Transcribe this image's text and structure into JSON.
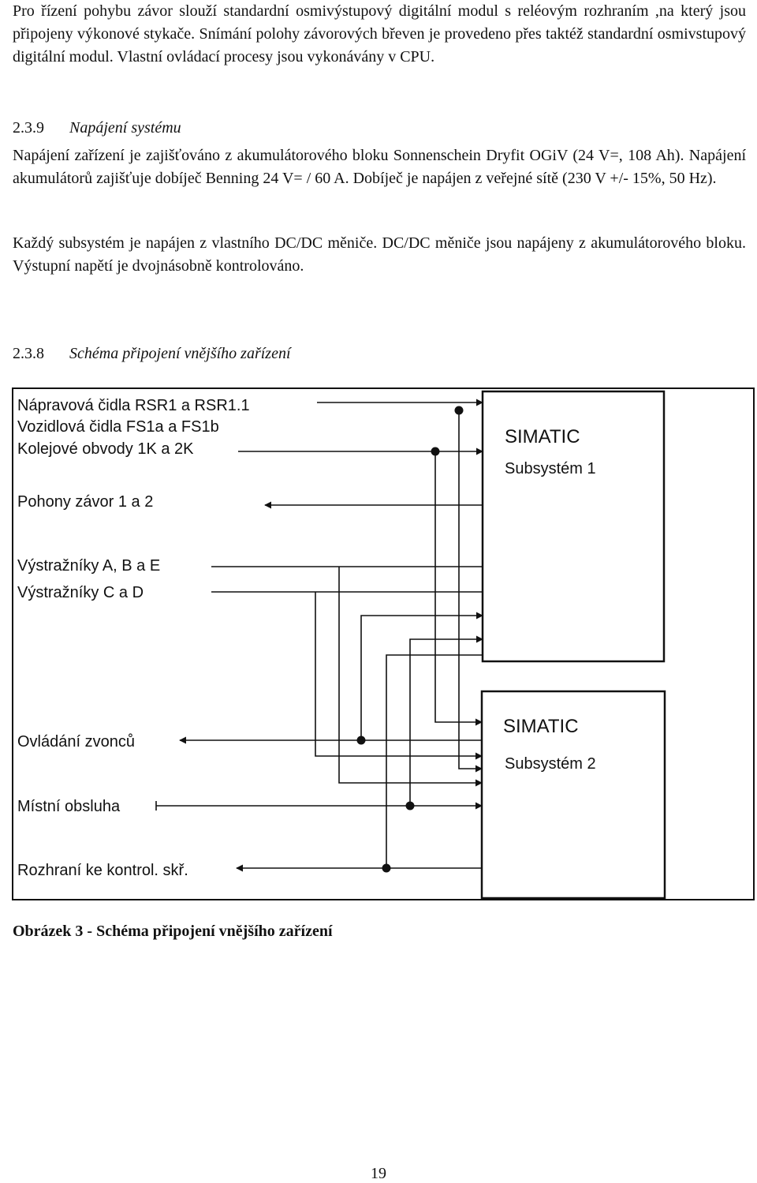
{
  "intro": {
    "paragraph": "Pro řízení pohybu závor slouží standardní osmivýstupový digitální modul s reléovým rozhraním ,na který jsou připojeny výkonové stykače. Snímání polohy závorových břeven je provedeno přes taktéž standardní osmivstupový digitální modul. Vlastní ovládací procesy jsou vykonávány v CPU."
  },
  "section_power": {
    "number": "2.3.9",
    "title": "Napájení systému",
    "paragraph1": "Napájení zařízení je zajišťováno z akumulátorového bloku Sonnenschein Dryfit OGiV (24 V=, 108 Ah). Napájení akumulátorů zajišťuje dobíječ Benning 24 V= / 60 A. Dobíječ je napájen z veřejné sítě (230 V +/- 15%, 50 Hz).",
    "paragraph2": "Každý subsystém je napájen z vlastního DC/DC měniče. DC/DC měniče jsou napájeny z akumulátorového bloku. Výstupní napětí je dvojnásobně kontrolováno."
  },
  "section_schema": {
    "number": "2.3.8",
    "title": "Schéma připojení vnějšího zařízení"
  },
  "diagram": {
    "devices": [
      "Nápravová čidla RSR1 a RSR1.1",
      "Vozidlová čidla FS1a a FS1b",
      "Kolejové obvody 1K a 2K",
      "Pohony závor 1 a 2",
      "Výstražníky A, B a E",
      "Výstražníky C a D",
      "Ovládání zvonců",
      "Místní obsluha",
      "Rozhraní ke kontrol. skř."
    ],
    "subsystem1": {
      "title": "SIMATIC",
      "subtitle": "Subsystém 1"
    },
    "subsystem2": {
      "title": "SIMATIC",
      "subtitle": "Subsystém 2"
    }
  },
  "caption": "Obrázek 3 - Schéma připojení vnějšího zařízení",
  "page_number": "19"
}
